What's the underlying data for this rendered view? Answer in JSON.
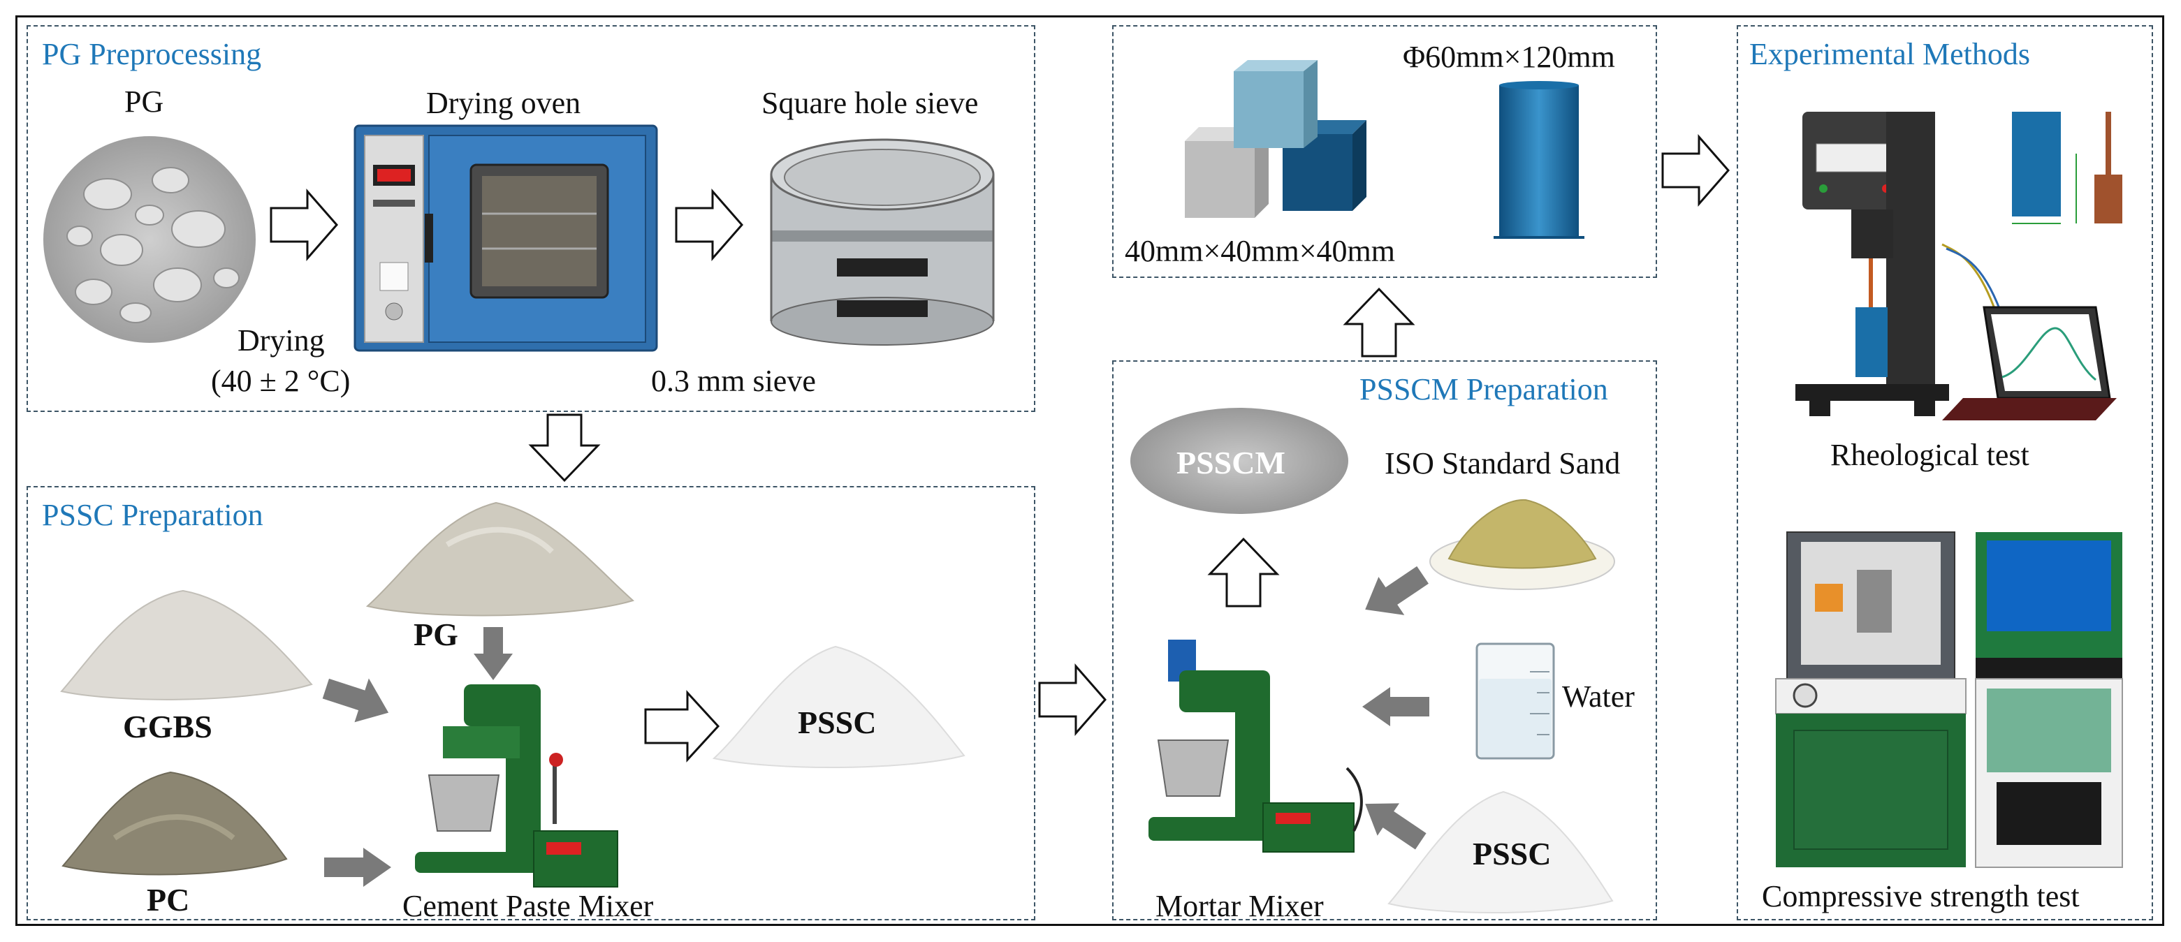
{
  "colors": {
    "panel_title": "#1f78b8",
    "border": "#111111",
    "dashed_border": "#3d5566",
    "oven_blue": "#2f6fad",
    "mixer_green": "#1f6b2e",
    "cylinder_blue": "#1a6fa8",
    "cube_light_blue": "#7fb2c9",
    "cube_dark_blue": "#14507c",
    "cube_gray": "#bdbdbd",
    "arrow_gray": "#7a7a7a"
  },
  "panels": {
    "pg_preprocessing": {
      "title": "PG Preprocessing",
      "pg_label": "PG",
      "oven_label": "Drying oven",
      "sieve_label": "Square hole sieve",
      "drying_label": "Drying",
      "drying_temp": "(40 ± 2 °C)",
      "sieve_size": "0.3 mm sieve"
    },
    "pssc_preparation": {
      "title": "PSSC Preparation",
      "pg_label": "PG",
      "ggbs_label": "GGBS",
      "pc_label": "PC",
      "mixer_label": "Cement Paste Mixer",
      "pssc_label": "PSSC"
    },
    "specimens": {
      "cylinder_label": "Φ60mm×120mm",
      "cube_label": "40mm×40mm×40mm"
    },
    "psscm_preparation": {
      "title": "PSSCM Preparation",
      "psscm_label": "PSSCM",
      "sand_label": "ISO Standard Sand",
      "water_label": "Water",
      "pssc_label": "PSSC",
      "mixer_label": "Mortar Mixer"
    },
    "experimental_methods": {
      "title": "Experimental Methods",
      "rheo_label": "Rheological test",
      "comp_label": "Compressive strength test"
    }
  },
  "icons": {
    "hollow_arrow": "outline-arrow-icon",
    "solid_arrow": "gray-solid-arrow-icon"
  }
}
